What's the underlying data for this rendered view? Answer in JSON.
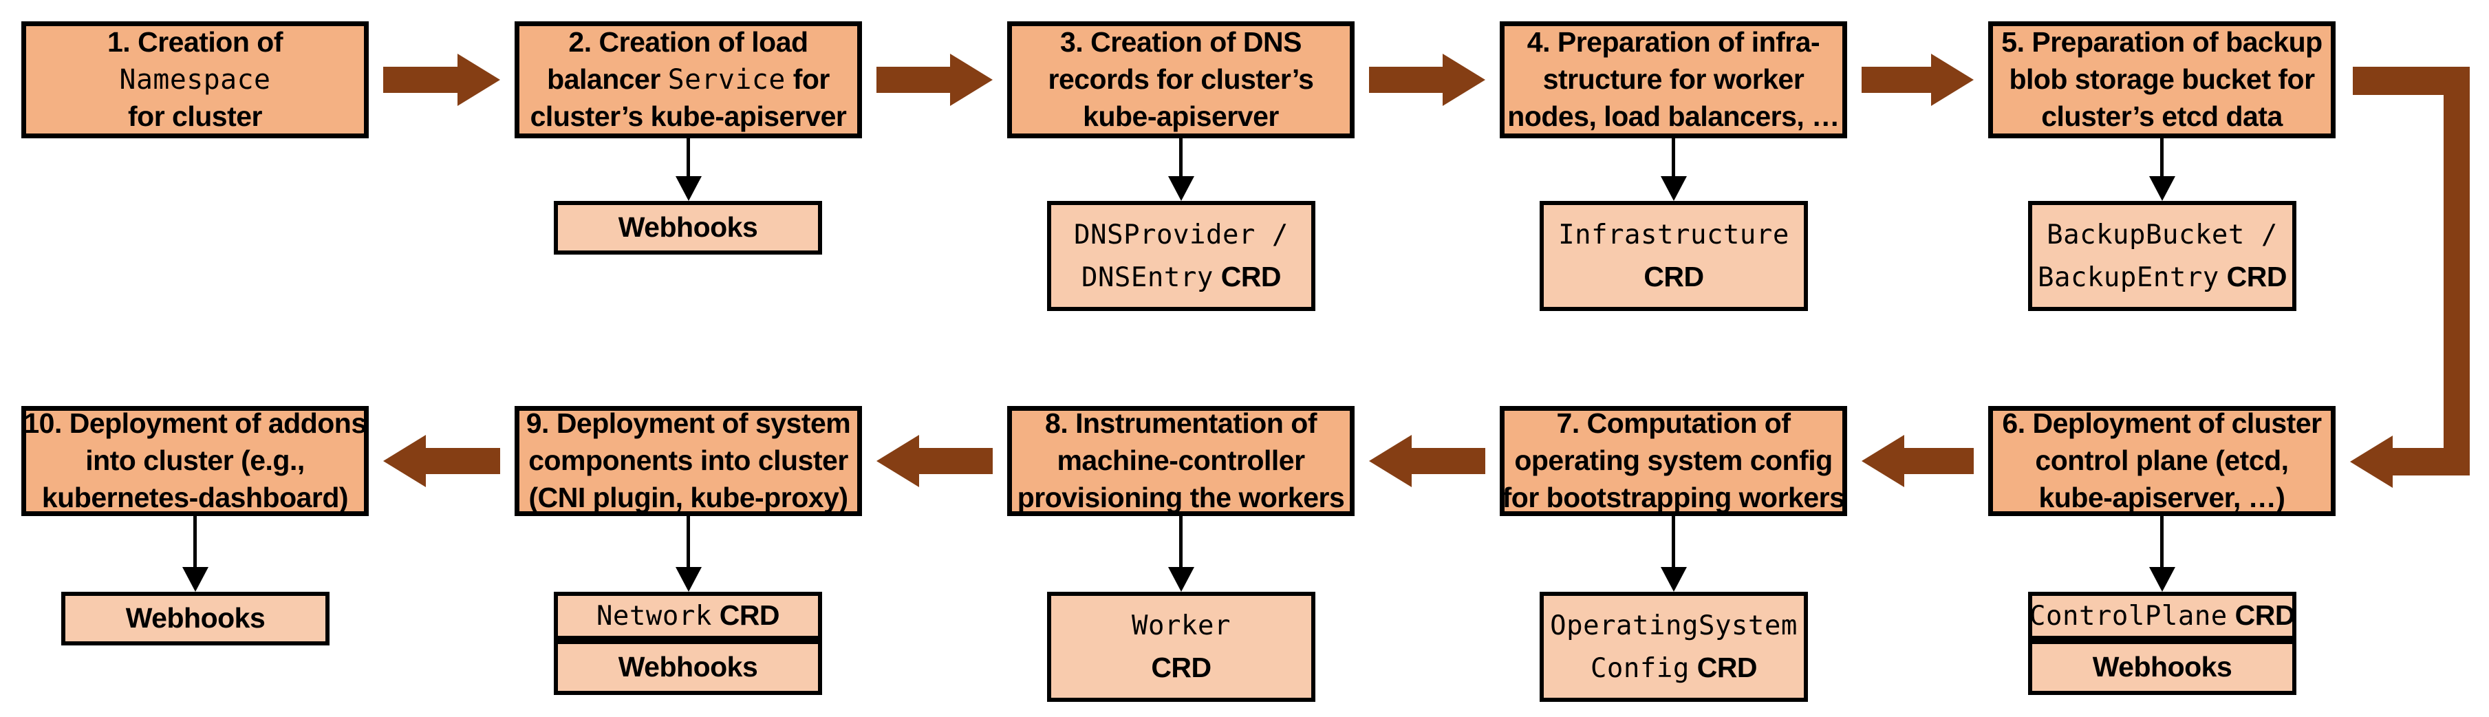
{
  "diagram": {
    "title": "Cluster creation flow (10 steps with extension CRDs and webhooks)",
    "colors": {
      "node_fill": "#F4B183",
      "sub_fill": "#F8CBAD",
      "arrow": "#853E14",
      "border": "#000000",
      "text": "#000000",
      "bg": "#FFFFFF"
    },
    "steps": [
      {
        "id": "1",
        "title_lines": [
          {
            "pre": "1. Creation of"
          },
          {
            "code": "Namespace"
          },
          {
            "pre": "for cluster"
          }
        ],
        "attachments": []
      },
      {
        "id": "2",
        "title_lines": [
          {
            "pre": "2. Creation of load"
          },
          {
            "pre": "balancer ",
            "code": "Service",
            "post": " for"
          },
          {
            "pre": "cluster’s kube-apiserver"
          }
        ],
        "attachments": [
          {
            "lines": [
              {
                "pre": "Webhooks"
              }
            ]
          }
        ]
      },
      {
        "id": "3",
        "title_lines": [
          {
            "pre": "3. Creation of DNS"
          },
          {
            "pre": "records for cluster’s"
          },
          {
            "pre": "kube-apiserver"
          }
        ],
        "attachments": [
          {
            "lines": [
              {
                "code": "DNSProvider /"
              },
              {
                "code": "DNSEntry",
                "post": " CRD"
              }
            ]
          }
        ]
      },
      {
        "id": "4",
        "title_lines": [
          {
            "pre": "4. Preparation of infra-"
          },
          {
            "pre": "structure for worker"
          },
          {
            "pre": "nodes, load balancers, …"
          }
        ],
        "attachments": [
          {
            "lines": [
              {
                "code": "Infrastructure"
              },
              {
                "post": "CRD"
              }
            ]
          }
        ]
      },
      {
        "id": "5",
        "title_lines": [
          {
            "pre": "5. Preparation of backup"
          },
          {
            "pre": "blob storage bucket for"
          },
          {
            "pre": "cluster’s etcd data"
          }
        ],
        "attachments": [
          {
            "lines": [
              {
                "code": "BackupBucket /"
              },
              {
                "code": "BackupEntry",
                "post": " CRD"
              }
            ]
          }
        ]
      },
      {
        "id": "6",
        "title_lines": [
          {
            "pre": "6. Deployment of cluster"
          },
          {
            "pre": "control plane (etcd,"
          },
          {
            "pre": "kube-apiserver, …)"
          }
        ],
        "attachments": [
          {
            "lines": [
              {
                "code": "ControlPlane",
                "post": " CRD"
              }
            ]
          },
          {
            "lines": [
              {
                "pre": "Webhooks"
              }
            ]
          }
        ]
      },
      {
        "id": "7",
        "title_lines": [
          {
            "pre": "7. Computation of"
          },
          {
            "pre": "operating system config"
          },
          {
            "pre": "for bootstrapping workers"
          }
        ],
        "attachments": [
          {
            "lines": [
              {
                "code": "OperatingSystem"
              },
              {
                "code": "Config",
                "post": " CRD"
              }
            ]
          }
        ]
      },
      {
        "id": "8",
        "title_lines": [
          {
            "pre": "8. Instrumentation of"
          },
          {
            "pre": "machine-controller"
          },
          {
            "pre": "provisioning the workers"
          }
        ],
        "attachments": [
          {
            "lines": [
              {
                "code": "Worker"
              },
              {
                "post": "CRD"
              }
            ]
          }
        ]
      },
      {
        "id": "9",
        "title_lines": [
          {
            "pre": "9. Deployment of system"
          },
          {
            "pre": "components into cluster"
          },
          {
            "pre": "(CNI plugin, kube-proxy)"
          }
        ],
        "attachments": [
          {
            "lines": [
              {
                "code": "Network",
                "post": " CRD"
              }
            ]
          },
          {
            "lines": [
              {
                "pre": "Webhooks"
              }
            ]
          }
        ]
      },
      {
        "id": "10",
        "title_lines": [
          {
            "pre": "10. Deployment of addons"
          },
          {
            "pre": "into cluster (e.g.,"
          },
          {
            "pre": "kubernetes-dashboard)"
          }
        ],
        "attachments": [
          {
            "lines": [
              {
                "pre": "Webhooks"
              }
            ]
          }
        ]
      }
    ]
  }
}
